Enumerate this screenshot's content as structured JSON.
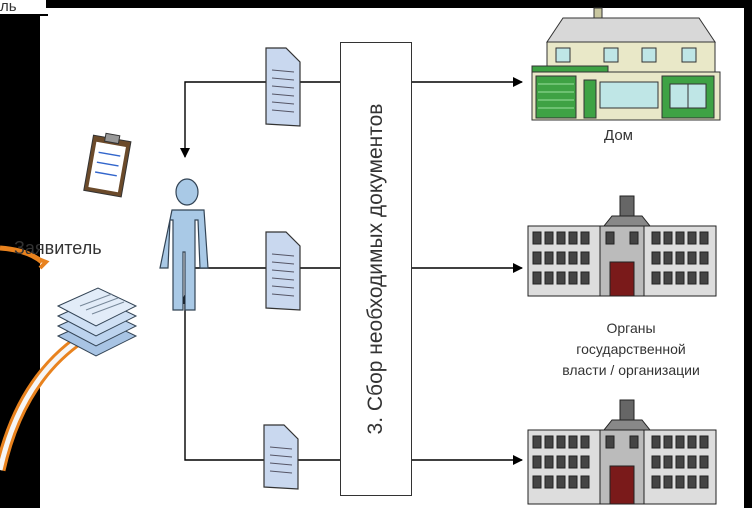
{
  "labels": {
    "top_left_fragment": "ль",
    "applicant": "Заявитель",
    "house": "Дом",
    "authorities_line1": "Органы",
    "authorities_line2": "государственной",
    "authorities_line3": "власти / организации",
    "stage": "3. Сбор необходимых документов"
  },
  "colors": {
    "background": "#000000",
    "panel": "#ffffff",
    "accent_orange": "#e8821e",
    "person": "#a9c9e6",
    "document": "#c9d8ef",
    "house_green": "#3ea244",
    "house_wall": "#e9e8c8",
    "building_gray": "#555555",
    "window_cyan": "#bfe6e6"
  },
  "icons": [
    "person-icon",
    "clipboard-icon",
    "papers-stack-icon",
    "document-icon",
    "house-icon",
    "government-building-icon"
  ]
}
